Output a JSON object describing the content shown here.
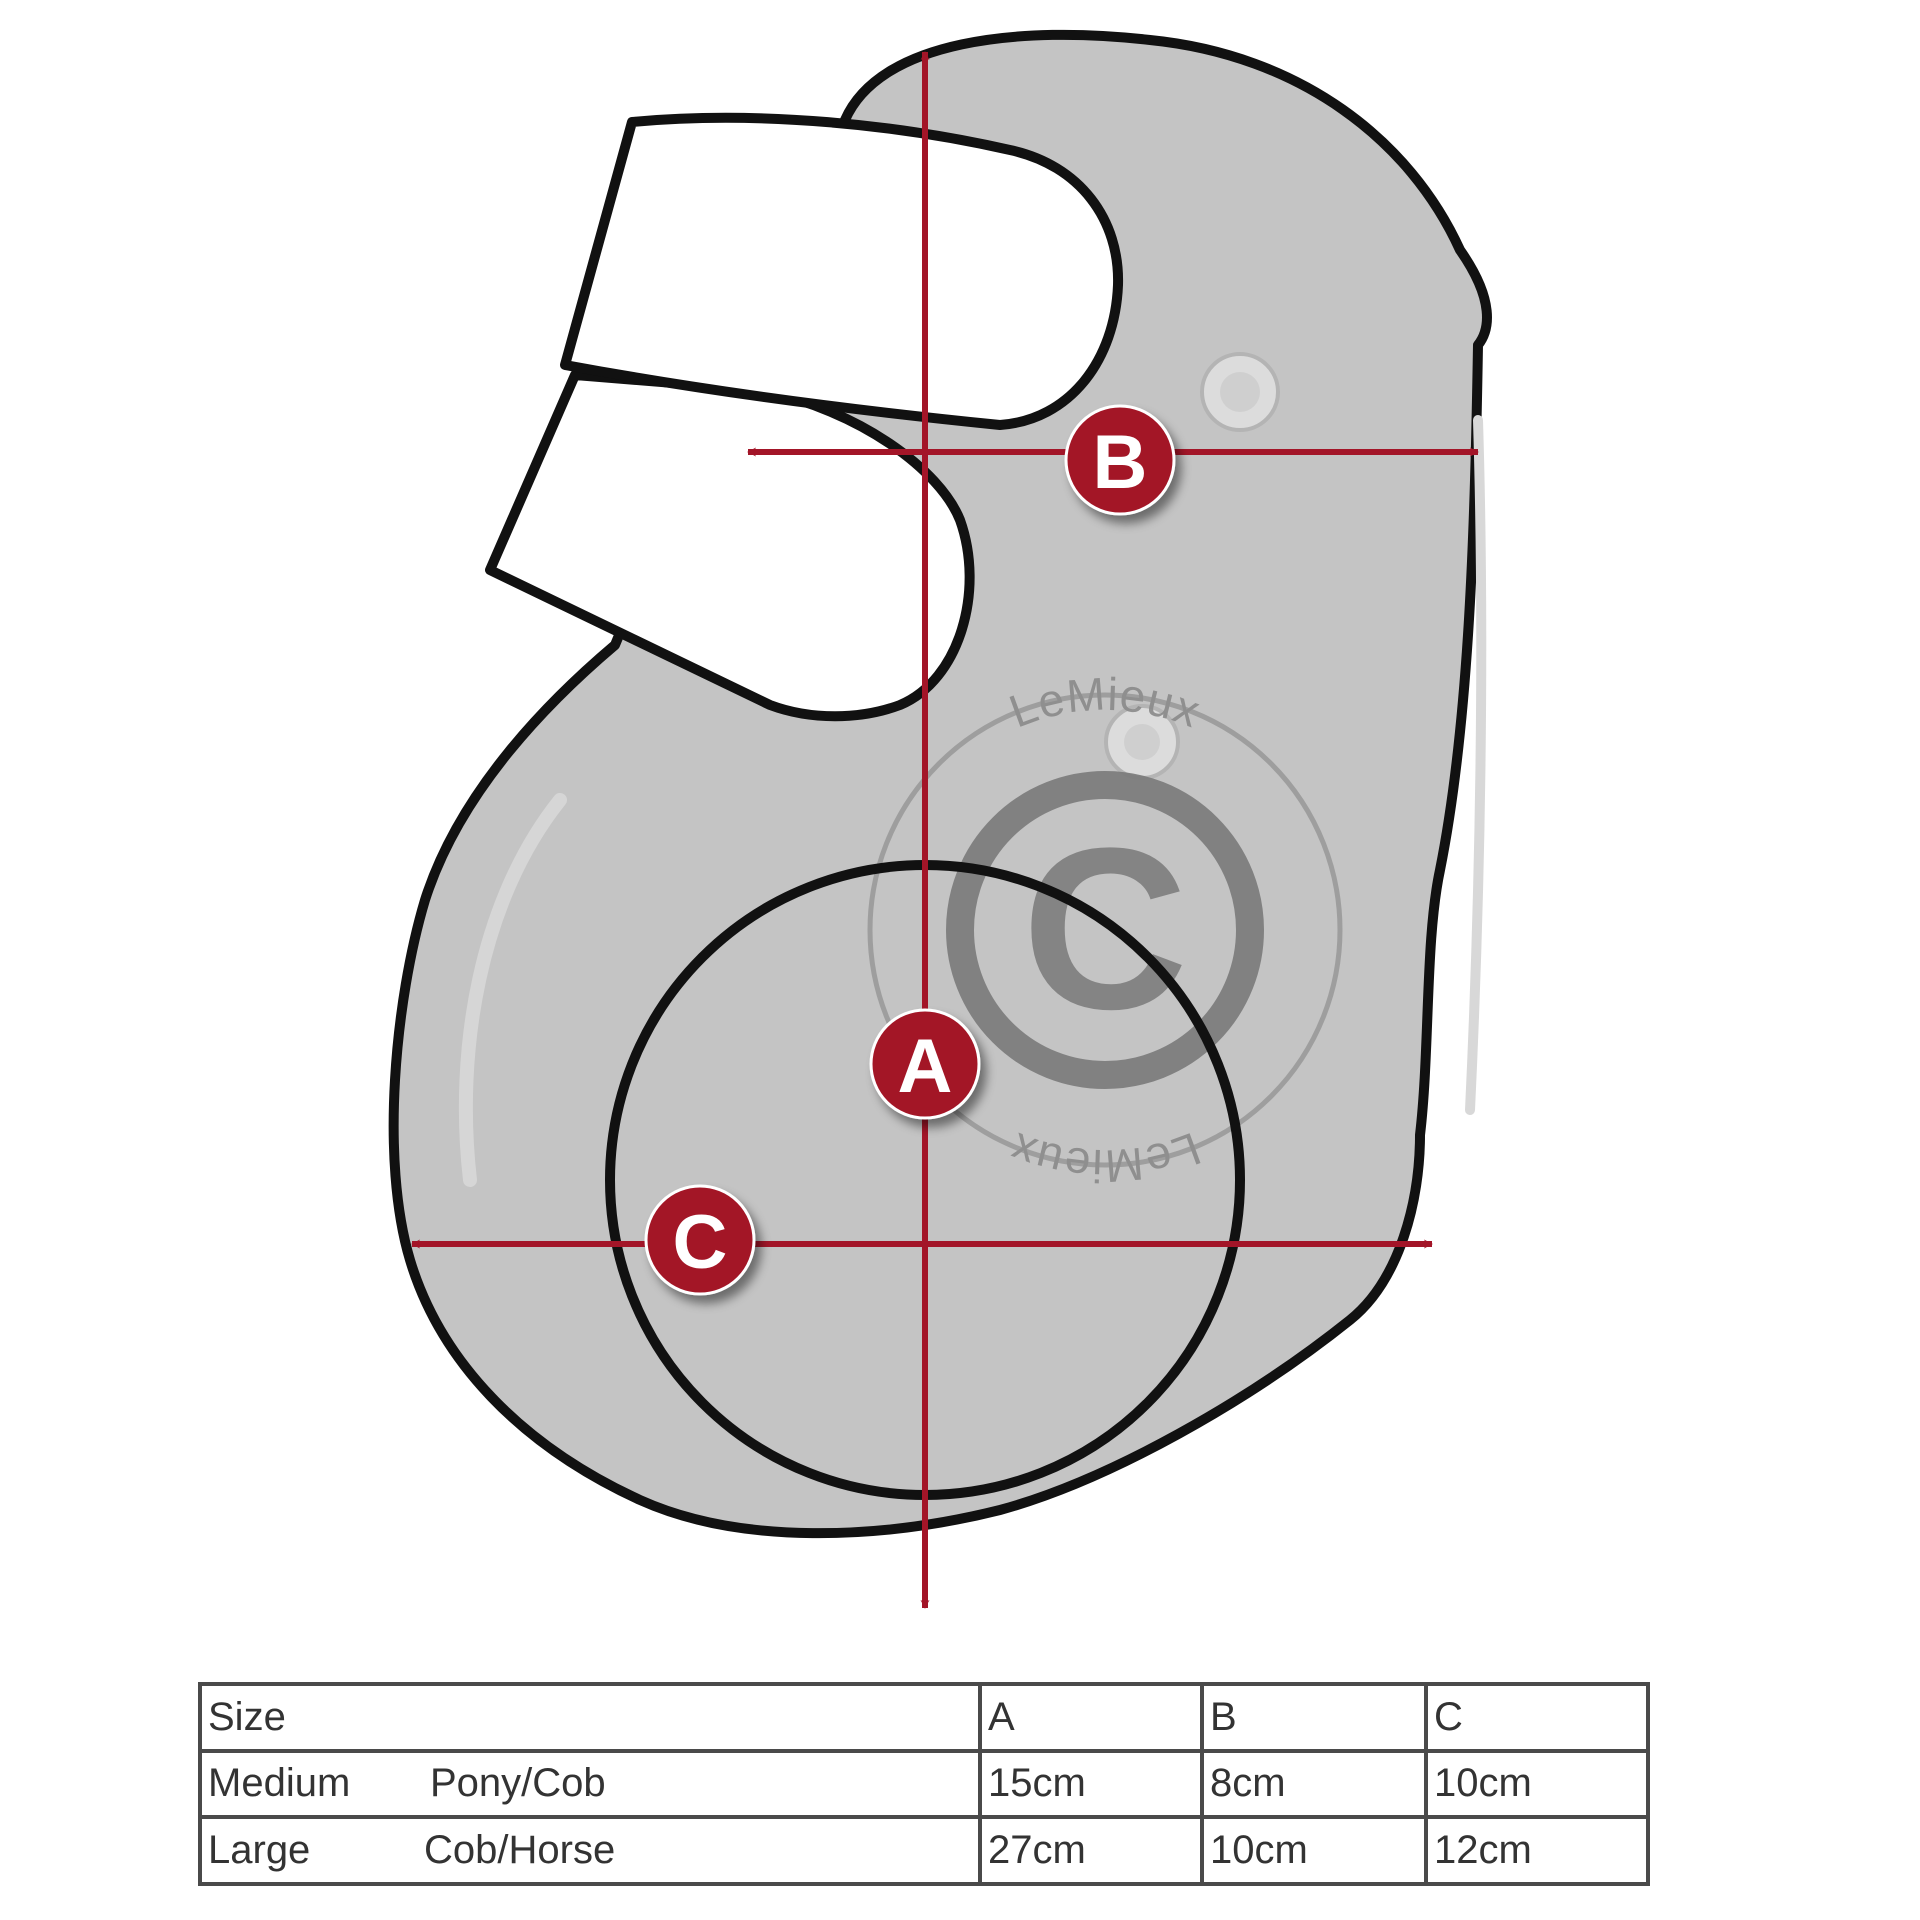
{
  "brand": {
    "watermark_text": "LeMieux",
    "watermark_center_letter": "C"
  },
  "markers": {
    "a": "A",
    "b": "B",
    "c": "C"
  },
  "colors": {
    "measure_red": "#a31528",
    "outline": "#111111",
    "boot_fill": "#c4c4c4",
    "strap_fill": "#ffffff"
  },
  "table": {
    "header": {
      "size": "Size",
      "a": "A",
      "b": "B",
      "c": "C"
    },
    "rows": [
      {
        "size": "Medium",
        "fit": "Pony/Cob",
        "a": "15cm",
        "b": "8cm",
        "c": "10cm"
      },
      {
        "size": "Large",
        "fit": "Cob/Horse",
        "a": "27cm",
        "b": "10cm",
        "c": "12cm"
      }
    ]
  }
}
